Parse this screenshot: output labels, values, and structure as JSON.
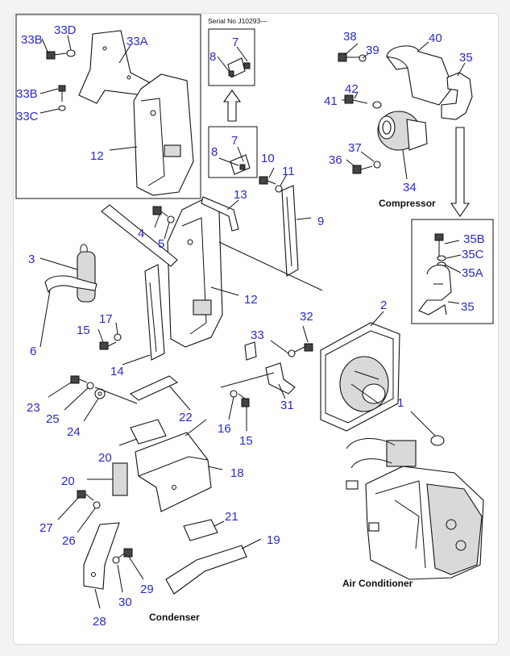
{
  "serial_note": "Serial No J10293—",
  "captions": {
    "compressor": "Compressor",
    "condenser": "Condenser",
    "air_conditioner": "Air Conditioner"
  },
  "callouts": {
    "c33B_top": "33B",
    "c33D": "33D",
    "c33A": "33A",
    "c33B_mid": "33B",
    "c33C": "33C",
    "c12_inset": "12",
    "c7_top": "7",
    "c8_top": "8",
    "c7_mid": "7",
    "c8_mid": "8",
    "c38": "38",
    "c39": "39",
    "c40": "40",
    "c35_top": "35",
    "c42": "42",
    "c41": "41",
    "c37": "37",
    "c36": "36",
    "c34": "34",
    "c10": "10",
    "c11": "11",
    "c13": "13",
    "c9": "9",
    "c4": "4",
    "c5": "5",
    "c3": "3",
    "c6": "6",
    "c12_main": "12",
    "c17": "17",
    "c15_left": "15",
    "c14": "14",
    "c35B": "35B",
    "c35C": "35C",
    "c35A": "35A",
    "c35_bottom": "35",
    "c2": "2",
    "c32": "32",
    "c33": "33",
    "c31": "31",
    "c16": "16",
    "c15_mid": "15",
    "c1": "1",
    "c23": "23",
    "c25": "25",
    "c24": "24",
    "c22": "22",
    "c20_a": "20",
    "c20_b": "20",
    "c18": "18",
    "c27": "27",
    "c26": "26",
    "c21": "21",
    "c19": "19",
    "c29": "29",
    "c30": "30",
    "c28": "28"
  }
}
